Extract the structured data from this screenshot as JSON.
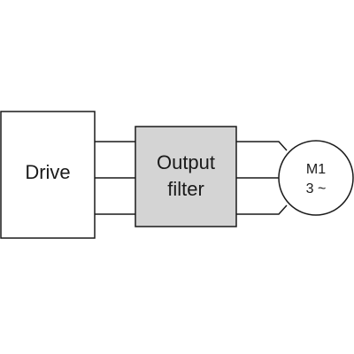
{
  "diagram": {
    "drive_label": "Drive",
    "filter_label_line1": "Output",
    "filter_label_line2": "filter",
    "motor_label_line1": "M1",
    "motor_label_line2": "3 ~"
  },
  "colors": {
    "line": "#1a1a1a",
    "filter_fill": "#d4d4d4",
    "background": "#ffffff"
  }
}
